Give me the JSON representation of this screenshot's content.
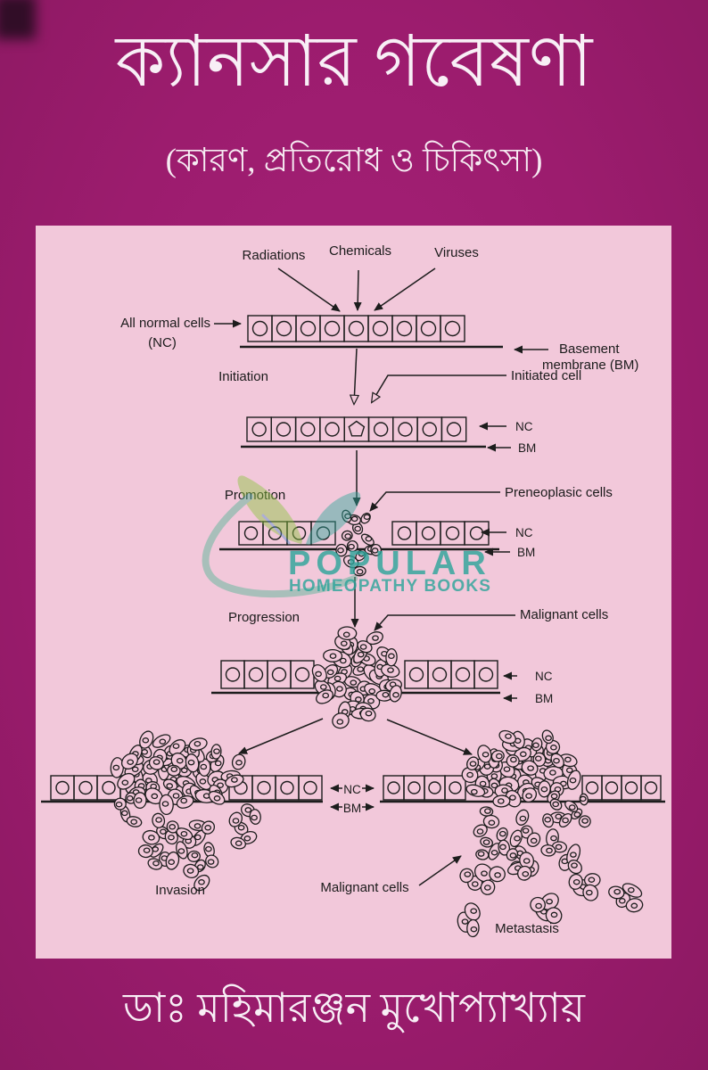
{
  "cover": {
    "title": "ক্যানসার গবেষণা",
    "subtitle": "(কারণ, প্রতিরোধ ও চিকিৎসা)",
    "author": "ডাঃ মহিমারঞ্জন মুখোপ্যাখ্যায়"
  },
  "watermark": {
    "brand": "POPULAR",
    "tagline": "HOMEOPATHY BOOKS"
  },
  "diagram": {
    "labels": {
      "radiations": "Radiations",
      "chemicals": "Chemicals",
      "viruses": "Viruses",
      "all_normal_cells": "All normal cells",
      "nc_paren": "(NC)",
      "basement_line1": "Basement",
      "basement_line2": "membrane (BM)",
      "initiation": "Initiation",
      "initiated_cell": "Initiated cell",
      "nc": "NC",
      "bm": "BM",
      "promotion": "Promotion",
      "preneoplasic_cells": "Preneoplasic cells",
      "progression": "Progression",
      "malignant_cells": "Malignant cells",
      "invasion": "Invasion",
      "metastasis": "Metastasis"
    }
  },
  "colors": {
    "background_magenta": "#9c1c6e",
    "panel_pink": "#f2c8da",
    "ink": "#1d1d1d",
    "title_text": "#f8eff6",
    "watermark_teal": "#2ba49a",
    "watermark_green": "#8bc53f"
  }
}
